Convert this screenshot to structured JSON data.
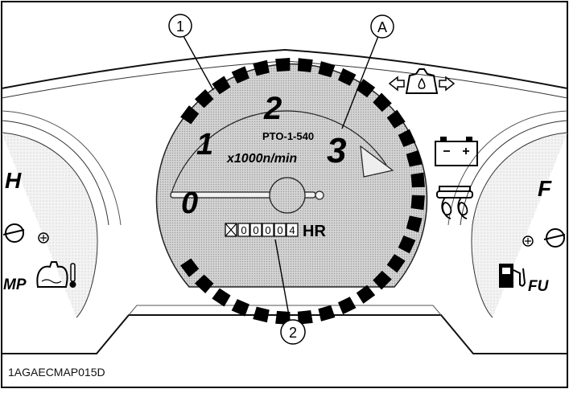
{
  "gauge": {
    "dial_numbers": [
      "0",
      "1",
      "2",
      "3"
    ],
    "pto_label": "PTO-1-540",
    "unit_label": "x1000n/min"
  },
  "hour_meter": {
    "digits": [
      "0",
      "0",
      "0",
      "0",
      "4"
    ],
    "unit": "HR"
  },
  "callouts": {
    "one": "1",
    "two": "2",
    "a": "A"
  },
  "side_text": {
    "left_top": "H",
    "left_bottom": "MP",
    "right_top": "F",
    "right_bottom": "FU"
  },
  "caption": "1AGAECMAP015D"
}
